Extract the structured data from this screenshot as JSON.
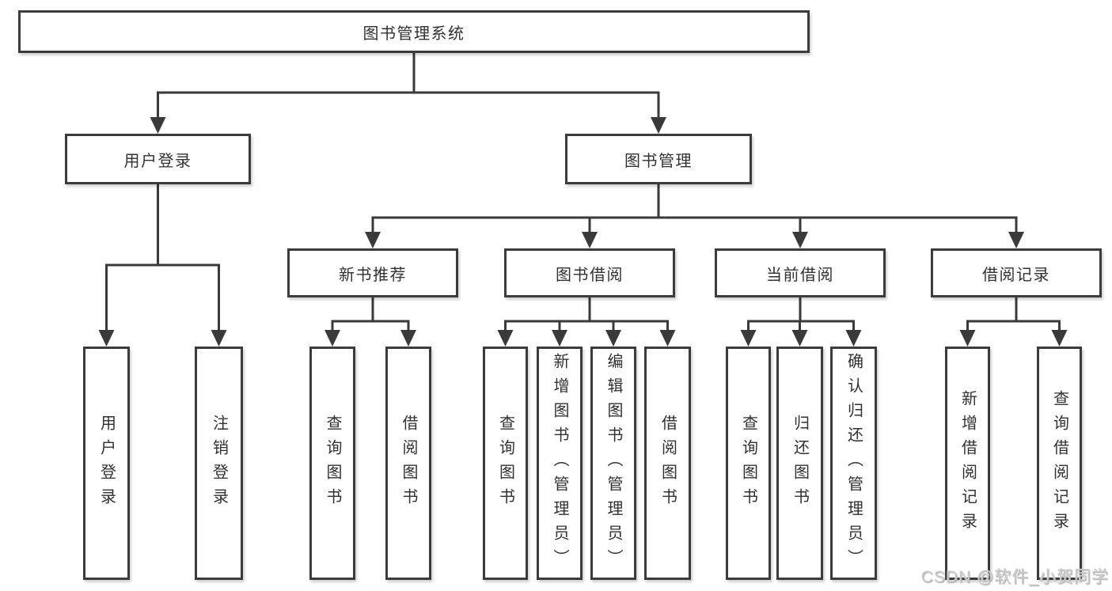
{
  "tree": {
    "label": "图书管理系统",
    "children": [
      {
        "label": "用户登录",
        "children": [
          {
            "label": "用户登录"
          },
          {
            "label": "注销登录"
          }
        ]
      },
      {
        "label": "图书管理",
        "children": [
          {
            "label": "新书推荐",
            "children": [
              {
                "label": "查询图书"
              },
              {
                "label": "借阅图书"
              }
            ]
          },
          {
            "label": "图书借阅",
            "children": [
              {
                "label": "查询图书"
              },
              {
                "label": "新增图书（管理员）"
              },
              {
                "label": "编辑图书（管理员）"
              },
              {
                "label": "借阅图书"
              }
            ]
          },
          {
            "label": "当前借阅",
            "children": [
              {
                "label": "查询图书"
              },
              {
                "label": "归还图书"
              },
              {
                "label": "确认归还（管理员）"
              }
            ]
          },
          {
            "label": "借阅记录",
            "children": [
              {
                "label": "新增借阅记录"
              },
              {
                "label": "查询借阅记录"
              }
            ]
          }
        ]
      }
    ]
  },
  "watermark": "CSDN @软件_小贺同学",
  "colors": {
    "line": "#3a3a3a",
    "box_border": "#3b3b3b",
    "text": "#313131",
    "background": "#ffffff",
    "watermark": "#c9c9c9"
  }
}
